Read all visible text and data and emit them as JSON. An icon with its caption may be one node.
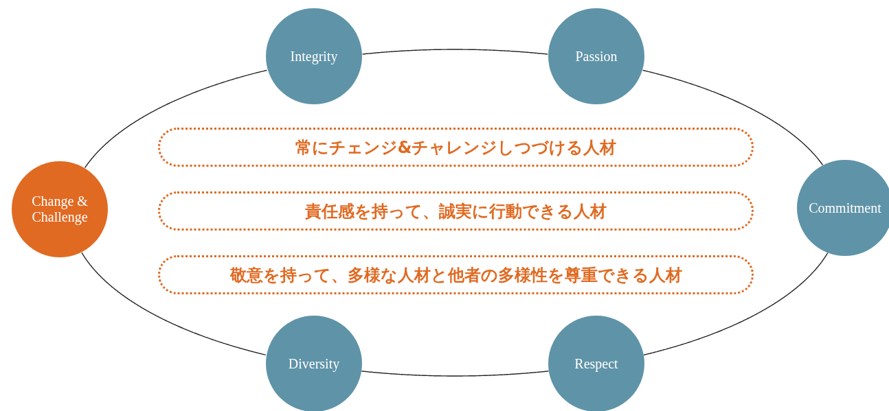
{
  "diagram": {
    "nodes": [
      {
        "text": [
          "Integrity"
        ]
      },
      {
        "text": [
          "Passion"
        ]
      },
      {
        "text": [
          "常にチェンジ&チャレンジしつづける人材"
        ]
      },
      {
        "text": [
          "Change & Challenge"
        ]
      },
      {
        "text": [
          "Commitment"
        ]
      },
      {
        "text": [
          "責任感を持って、誠実に行動できる人材"
        ]
      },
      {
        "text": [
          "敬意を持って、多様な人材と他者の多様性を尊重できる人材"
        ]
      },
      {
        "text": [
          "Diversity"
        ]
      },
      {
        "text": [
          "Respect"
        ]
      }
    ],
    "edges": [
      {
        "from": 0,
        "to": 1,
        "arrow": "none"
      },
      {
        "from": 1,
        "to": 4,
        "arrow": "none"
      },
      {
        "from": 4,
        "to": 8,
        "arrow": "none"
      },
      {
        "from": 8,
        "to": 7,
        "arrow": "none"
      },
      {
        "from": 7,
        "to": 3,
        "arrow": "none"
      },
      {
        "from": 3,
        "to": 0,
        "arrow": "none"
      }
    ]
  }
}
